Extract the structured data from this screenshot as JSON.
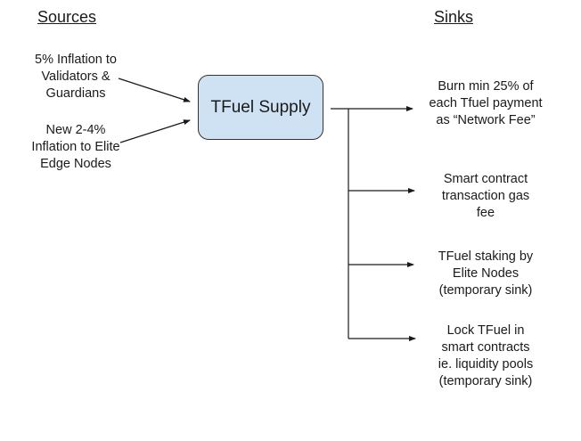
{
  "diagram": {
    "headings": {
      "sources": "Sources",
      "sinks": "Sinks"
    },
    "center_node": {
      "label": "TFuel Supply",
      "fill_color": "#cfe2f3"
    },
    "sources": [
      {
        "lines": [
          "5% Inflation to",
          "Validators &",
          "Guardians"
        ]
      },
      {
        "lines": [
          "New 2-4%",
          "Inflation to Elite",
          "Edge Nodes"
        ]
      }
    ],
    "sinks": [
      {
        "lines": [
          "Burn min 25% of",
          "each Tfuel payment",
          "as “Network Fee”"
        ]
      },
      {
        "lines": [
          "Smart contract",
          "transaction gas",
          "fee"
        ]
      },
      {
        "lines": [
          "TFuel staking by",
          "Elite Nodes",
          "(temporary sink)"
        ]
      },
      {
        "lines": [
          "Lock TFuel in",
          "smart contracts",
          "ie. liquidity pools",
          "(temporary sink)"
        ]
      }
    ],
    "edges": [
      {
        "from": "sources.0",
        "to": "center_node"
      },
      {
        "from": "sources.1",
        "to": "center_node"
      },
      {
        "from": "center_node",
        "to": "sinks.0"
      },
      {
        "from": "center_node",
        "to": "sinks.1"
      },
      {
        "from": "center_node",
        "to": "sinks.2"
      },
      {
        "from": "center_node",
        "to": "sinks.3"
      }
    ]
  }
}
